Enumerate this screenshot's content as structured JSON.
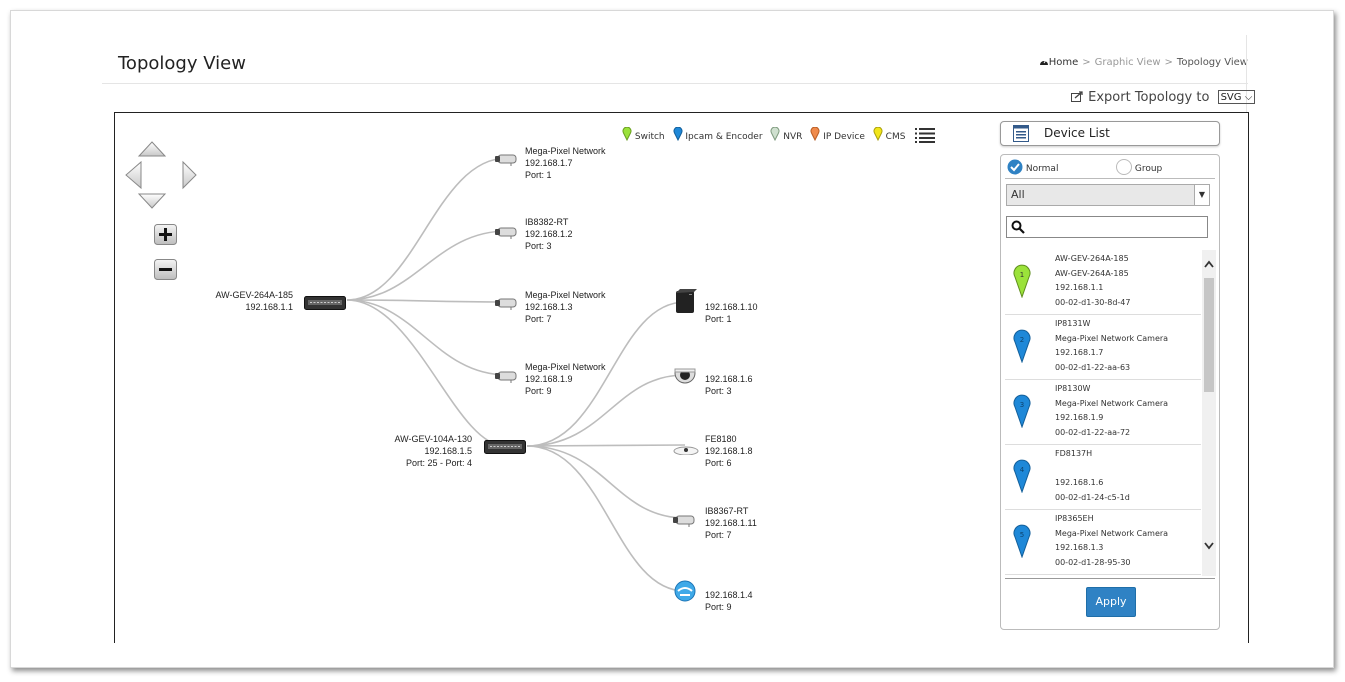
{
  "page": {
    "title": "Topology View",
    "breadcrumb": [
      "Home",
      "Graphic View",
      "Topology View"
    ],
    "breadcrumb_sep": ">",
    "export_label": "Export Topology to",
    "export_format": "SVG"
  },
  "legend": [
    {
      "label": "Switch",
      "color": "#9be23a"
    },
    {
      "label": "Ipcam & Encoder",
      "color": "#1e88d8"
    },
    {
      "label": "NVR",
      "color": "#9db39d"
    },
    {
      "label": "IP Device",
      "color": "#f08a4b"
    },
    {
      "label": "CMS",
      "color": "#f2e61a"
    }
  ],
  "topology": {
    "root_switch": {
      "name": "AW-GEV-264A-185",
      "ip": "192.168.1.1"
    },
    "root_children": [
      {
        "lines": [
          "Mega-Pixel Network",
          "192.168.1.7",
          "Port: 1"
        ]
      },
      {
        "lines": [
          "IB8382-RT",
          "192.168.1.2",
          "Port: 3"
        ]
      },
      {
        "lines": [
          "Mega-Pixel Network",
          "192.168.1.3",
          "Port: 7"
        ]
      },
      {
        "lines": [
          "Mega-Pixel Network",
          "192.168.1.9",
          "Port: 9"
        ]
      }
    ],
    "sub_switch": {
      "name": "AW-GEV-104A-130",
      "ip": "192.168.1.5",
      "port": "Port: 25 - Port: 4"
    },
    "sub_children": [
      {
        "lines": [
          "192.168.1.10",
          "Port: 1"
        ]
      },
      {
        "lines": [
          "192.168.1.6",
          "Port: 3"
        ]
      },
      {
        "lines": [
          "FE8180",
          "192.168.1.8",
          "Port: 6"
        ]
      },
      {
        "lines": [
          "IB8367-RT",
          "192.168.1.11",
          "Port: 7"
        ]
      },
      {
        "lines": [
          "192.168.1.4",
          "Port: 9"
        ]
      }
    ]
  },
  "device_list": {
    "header": "Device List",
    "mode_normal": "Normal",
    "mode_group": "Group",
    "filter_value": "All",
    "search_placeholder": "",
    "apply_label": "Apply",
    "items": [
      {
        "num": "1",
        "color": "#9be23a",
        "lines": [
          "AW-GEV-264A-185",
          "AW-GEV-264A-185",
          "192.168.1.1",
          "00-02-d1-30-8d-47"
        ]
      },
      {
        "num": "2",
        "color": "#1e88d8",
        "lines": [
          "IP8131W",
          "Mega-Pixel Network Camera",
          "192.168.1.7",
          "00-02-d1-22-aa-63"
        ]
      },
      {
        "num": "3",
        "color": "#1e88d8",
        "lines": [
          "IP8130W",
          "Mega-Pixel Network Camera",
          "192.168.1.9",
          "00-02-d1-22-aa-72"
        ]
      },
      {
        "num": "4",
        "color": "#1e88d8",
        "lines": [
          "FD8137H",
          "",
          "192.168.1.6",
          "00-02-d1-24-c5-1d"
        ]
      },
      {
        "num": "5",
        "color": "#1e88d8",
        "lines": [
          "IP8365EH",
          "Mega-Pixel Network Camera",
          "192.168.1.3",
          "00-02-d1-28-95-30"
        ]
      }
    ]
  }
}
